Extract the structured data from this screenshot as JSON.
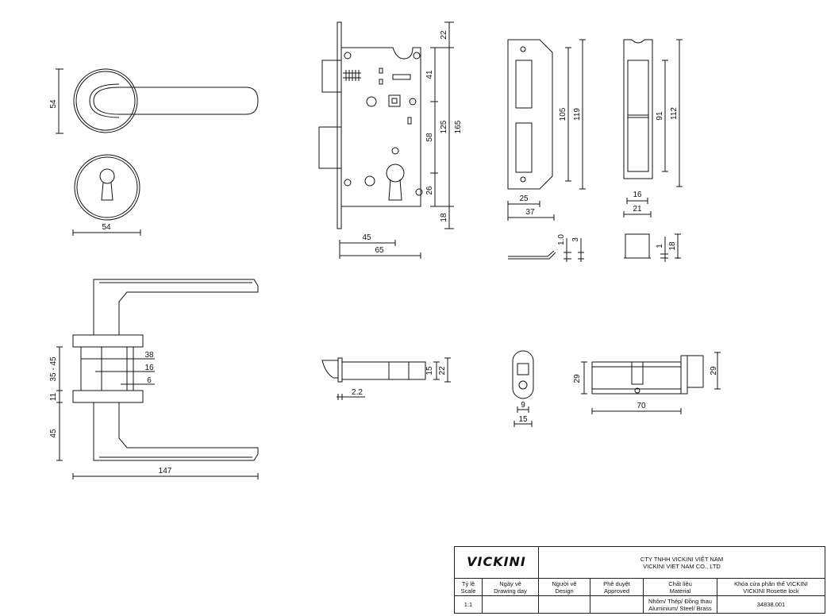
{
  "dimensions": {
    "rosette_height": "54",
    "rosette_width": "54",
    "body_22": "22",
    "body_41": "41",
    "body_58": "58",
    "body_125": "125",
    "body_165": "165",
    "body_26": "26",
    "body_18": "18",
    "body_45": "45",
    "body_65": "65",
    "strike_105": "105",
    "strike_119": "119",
    "strike_25": "25",
    "strike_37": "37",
    "strike_1_0": "1.0",
    "strike_3": "3",
    "box_91": "91",
    "box_112": "112",
    "box_16": "16",
    "box_21": "21",
    "box_1": "1",
    "box_18": "18",
    "side_38": "38",
    "side_16": "16",
    "side_6": "6",
    "side_35_45": "35 - 45",
    "side_11": "11",
    "side_45": "45",
    "side_147": "147",
    "latch_15": "15",
    "latch_22": "22",
    "latch_2_2": "2.2",
    "cyl_9": "9",
    "cyl_15": "15",
    "cyl_29_left": "29",
    "cyl_29_right": "29",
    "cyl_70": "70"
  },
  "title_block": {
    "logo": "VICKINI",
    "company_vn": "CTY TNHH VICKINI VIỆT NAM",
    "company_en": "VICKINI VIET NAM CO., LTD",
    "headers": [
      {
        "vn": "Tỷ lệ",
        "en": "Scale"
      },
      {
        "vn": "Ngày vẽ",
        "en": "Drawing day"
      },
      {
        "vn": "Người vẽ",
        "en": "Design"
      },
      {
        "vn": "Phê duyệt",
        "en": "Approved"
      },
      {
        "vn": "Chất liệu",
        "en": "Material"
      },
      {
        "vn": "Khóa cửa phân thể VICKINI",
        "en": "VICKINI Rosette lock"
      }
    ],
    "values": {
      "scale": "1:1",
      "drawing_day": "",
      "design": "",
      "approved": "",
      "material_vn": "Nhôm/ Thép/ Đồng thau",
      "material_en": "Aluminium/ Steel/ Brass",
      "code": "34838.001"
    }
  }
}
